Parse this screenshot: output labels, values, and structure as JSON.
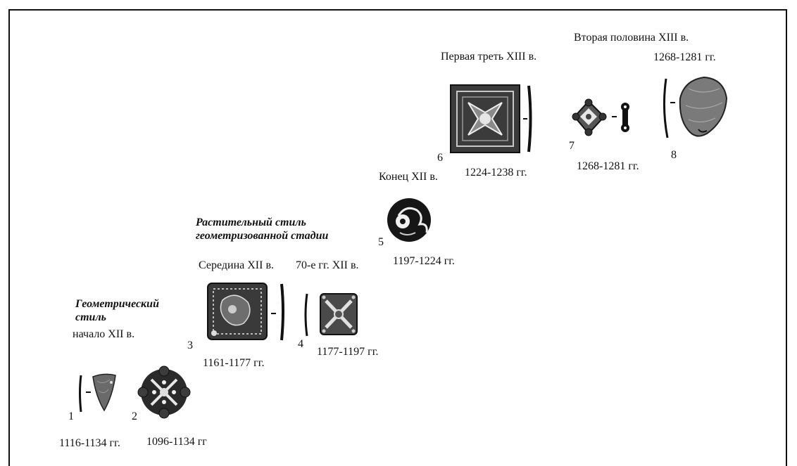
{
  "sections": {
    "geometric": {
      "title_line1": "Геометрический",
      "title_line2": "стиль",
      "period": "начало XII в."
    },
    "vegetal": {
      "title_line1": "Растительный стиль",
      "title_line2": "геометризованной стадии"
    },
    "mid_12": "Середина XII в.",
    "seventies_12": "70-е гг. XII в.",
    "end_12": "Конец XII в.",
    "first_third_13": "Первая треть XIII в.",
    "second_half_13": "Вторая половина XIII в."
  },
  "items": [
    {
      "number": "1",
      "date": "1116-1134 гг."
    },
    {
      "number": "2",
      "date": "1096-1134 гг"
    },
    {
      "number": "3",
      "date": "1161-1177 гг."
    },
    {
      "number": "4",
      "date": "1177-1197 гг."
    },
    {
      "number": "5",
      "date": "1197-1224 гг."
    },
    {
      "number": "6",
      "date": "1224-1238 гг."
    },
    {
      "number": "7",
      "date": "1268-1281 гг."
    },
    {
      "number": "8",
      "date": "1268-1281 гг."
    }
  ]
}
